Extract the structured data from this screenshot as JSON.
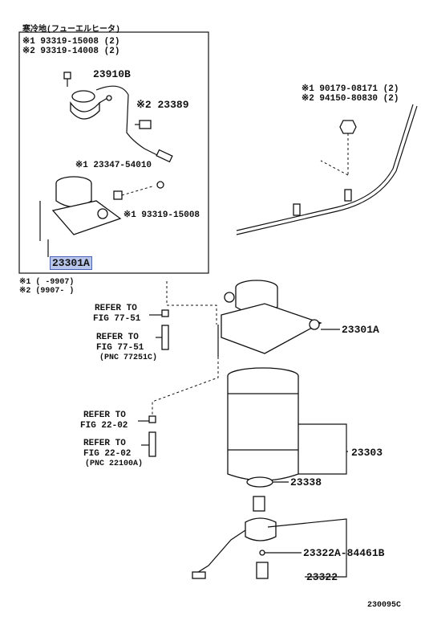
{
  "inset": {
    "title": "寒冷地(フューエルヒータ)",
    "ref1": "※1 93319-15008 (2)",
    "ref2": "※2 93319-14008 (2)",
    "p23910b": "23910B",
    "p23389": "※2 23389",
    "p23347": "※1 23347-54010",
    "p93319": "※1 93319-15008",
    "p23301a": "23301A"
  },
  "notes": {
    "n1": "※1 (    -9907)",
    "n2": "※2 (9907-    )"
  },
  "right_refs": {
    "r1": "※1 90179-08171 (2)",
    "r2": "※2 94150-80830 (2)"
  },
  "refer": {
    "a_line1": "REFER TO",
    "a_line2": "FIG 77-51",
    "b_line1": "REFER TO",
    "b_line2": "FIG 77-51",
    "b_line3": "(PNC 77251C)",
    "c_line1": "REFER TO",
    "c_line2": "FIG 22-02",
    "d_line1": "REFER TO",
    "d_line2": "FIG 22-02",
    "d_line3": "(PNC 22100A)"
  },
  "parts": {
    "p23301a": "23301A",
    "p23303": "23303",
    "p23338": "23338",
    "p23322a": "23322A-84461B",
    "p23322": "23322"
  },
  "footer": {
    "code": "230095C"
  }
}
